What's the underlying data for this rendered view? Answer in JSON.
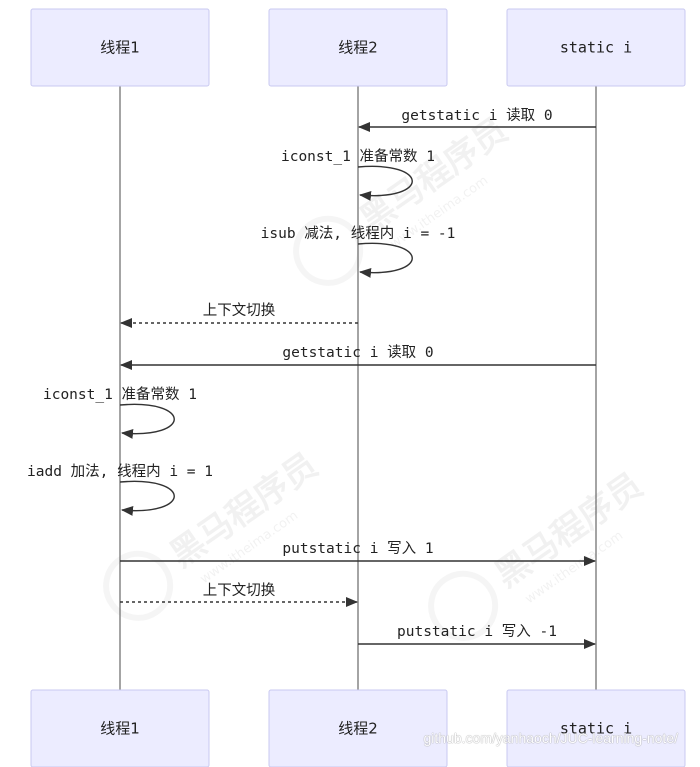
{
  "diagram": {
    "type": "sequence",
    "participants": [
      {
        "id": "t1",
        "label": "线程1",
        "mono": false
      },
      {
        "id": "t2",
        "label": "线程2",
        "mono": false
      },
      {
        "id": "si",
        "label": "static i",
        "mono": true
      }
    ],
    "messages": [
      {
        "from": "si",
        "to": "t2",
        "text": "getstatic i 读取 0",
        "style": "solid"
      },
      {
        "from": "t2",
        "to": "t2",
        "text": "iconst_1 准备常数 1",
        "style": "solid"
      },
      {
        "from": "t2",
        "to": "t2",
        "text": "isub 减法, 线程内 i = -1",
        "style": "solid"
      },
      {
        "from": "t2",
        "to": "t1",
        "text": "上下文切换",
        "style": "dashed"
      },
      {
        "from": "si",
        "to": "t1",
        "text": "getstatic i 读取 0",
        "style": "solid"
      },
      {
        "from": "t1",
        "to": "t1",
        "text": "iconst_1 准备常数 1",
        "style": "solid"
      },
      {
        "from": "t1",
        "to": "t1",
        "text": "iadd 加法, 线程内 i = 1",
        "style": "solid"
      },
      {
        "from": "t1",
        "to": "si",
        "text": "putstatic i 写入 1",
        "style": "solid"
      },
      {
        "from": "t1",
        "to": "t2",
        "text": "上下文切换",
        "style": "dashed"
      },
      {
        "from": "t2",
        "to": "si",
        "text": "putstatic i 写入 -1",
        "style": "solid"
      }
    ]
  },
  "watermark": {
    "brand": "黑马程序员",
    "site": "www.itheima.com"
  },
  "credit": "github.com/yanhaoch/JUC-learning-note/",
  "colors": {
    "actor_fill": "#ececff",
    "actor_border": "#c9c9f0",
    "line": "#333333"
  }
}
